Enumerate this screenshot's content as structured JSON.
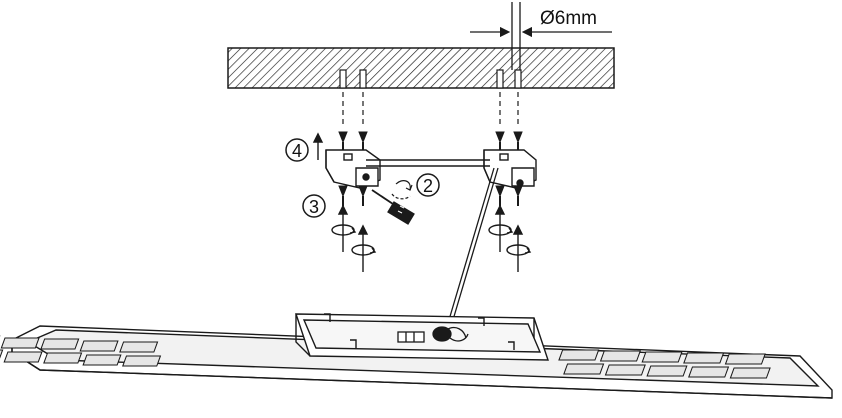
{
  "dimension_label": "Ø6mm",
  "steps": [
    {
      "id": "step-2",
      "number": "2"
    },
    {
      "id": "step-3",
      "number": "3"
    },
    {
      "id": "step-4",
      "number": "4"
    }
  ],
  "colors": {
    "line": "#1a1a1a",
    "fill": "#ffffff",
    "panel_fill": "#f2f2f2",
    "slot_fill": "#e6e6e6"
  }
}
